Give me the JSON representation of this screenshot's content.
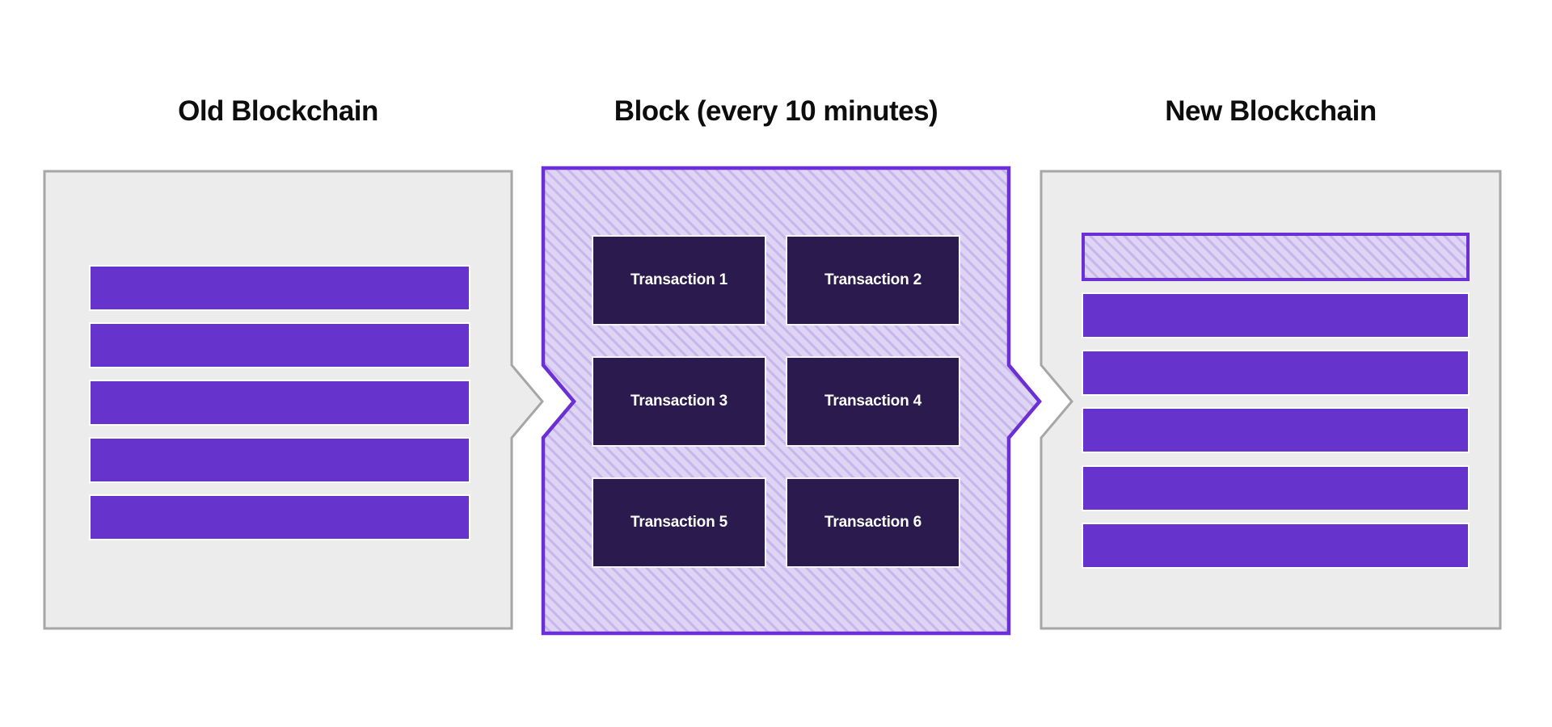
{
  "diagram": {
    "background": "#ffffff",
    "old_blockchain": {
      "title": "Old Blockchain",
      "bar_count": 5
    },
    "block": {
      "title": "Block (every 10 minutes)",
      "transactions": [
        "Transaction 1",
        "Transaction 2",
        "Transaction 3",
        "Transaction 4",
        "Transaction 5",
        "Transaction 6"
      ]
    },
    "new_blockchain": {
      "title": "New Blockchain",
      "bar_count": 5,
      "pending_block_slot": true
    },
    "colors": {
      "bar_purple": "#6633cd",
      "block_border_purple": "#6b2fd5",
      "hatch_background": "#ded4f3",
      "hatch_stripe": "#c7b6ec",
      "panel_fill_gray": "#ececec",
      "panel_border_gray": "#a6a6a6",
      "transaction_fill": "#2a1a4d",
      "transaction_text": "#ffffff",
      "title_text": "#0d0d0d"
    }
  }
}
